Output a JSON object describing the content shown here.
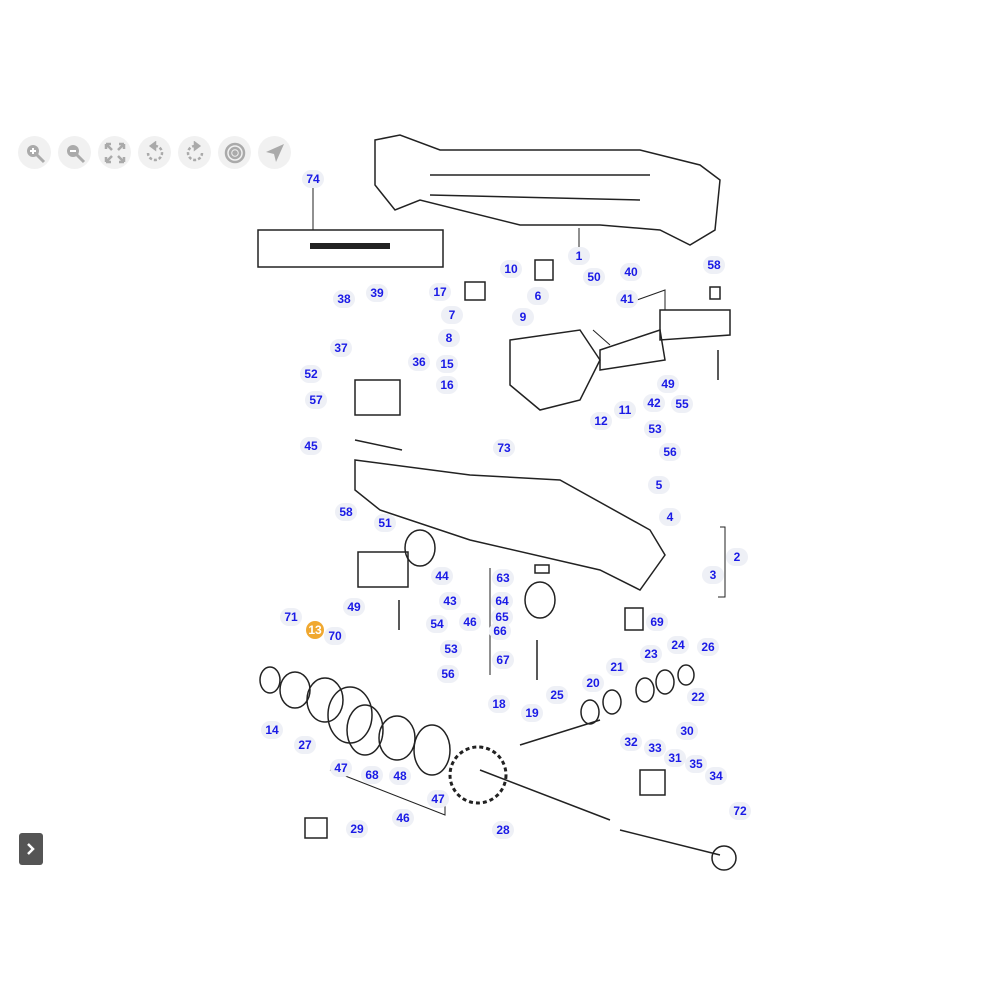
{
  "toolbar": [
    {
      "name": "zoom-in",
      "icon": "zoom-in-icon"
    },
    {
      "name": "zoom-out",
      "icon": "zoom-out-icon"
    },
    {
      "name": "fit-screen",
      "icon": "expand-icon"
    },
    {
      "name": "rotate-left",
      "icon": "rotate-left-icon"
    },
    {
      "name": "rotate-right",
      "icon": "rotate-right-icon"
    },
    {
      "name": "center",
      "icon": "target-icon"
    },
    {
      "name": "navigate",
      "icon": "pointer-icon"
    }
  ],
  "selected_label": "13",
  "colors": {
    "label_text": "#1a1ae6",
    "label_bg": "#eef0f6",
    "selected": "#f0a830"
  },
  "callouts": [
    "74",
    "1",
    "10",
    "17",
    "6",
    "40",
    "58",
    "50",
    "41",
    "38",
    "39",
    "7",
    "9",
    "8",
    "37",
    "36",
    "15",
    "16",
    "52",
    "57",
    "49",
    "42",
    "55",
    "11",
    "12",
    "53",
    "56",
    "45",
    "73",
    "5",
    "4",
    "58",
    "51",
    "2",
    "3",
    "44",
    "63",
    "43",
    "49",
    "64",
    "65",
    "66",
    "69",
    "54",
    "46",
    "71",
    "13",
    "70",
    "24",
    "26",
    "53",
    "23",
    "21",
    "67",
    "56",
    "22",
    "20",
    "25",
    "18",
    "19",
    "14",
    "27",
    "30",
    "32",
    "33",
    "31",
    "35",
    "34",
    "47",
    "68",
    "48",
    "47",
    "72",
    "46",
    "29",
    "28"
  ]
}
